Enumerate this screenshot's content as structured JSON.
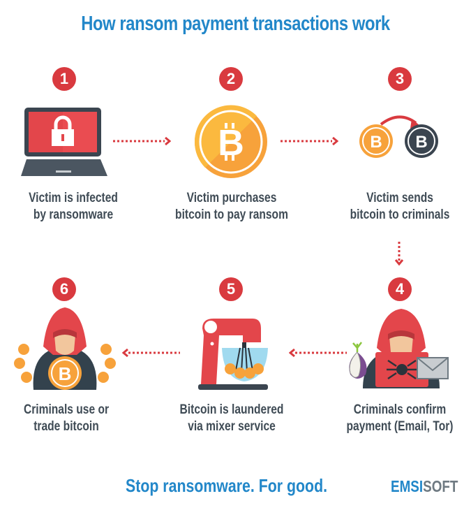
{
  "title": "How ransom payment transactions work",
  "steps": [
    {
      "number": "1",
      "label_line1": "Victim is infected",
      "label_line2": "by ransomware",
      "icon": "locked-laptop-icon"
    },
    {
      "number": "2",
      "label_line1": "Victim purchases",
      "label_line2": "bitcoin to pay ransom",
      "icon": "bitcoin-icon"
    },
    {
      "number": "3",
      "label_line1": "Victim sends",
      "label_line2": "bitcoin to criminals",
      "icon": "bitcoin-transfer-icon"
    },
    {
      "number": "4",
      "label_line1": "Criminals confirm",
      "label_line2": "payment (Email, Tor)",
      "icon": "hacker-tor-email-icon"
    },
    {
      "number": "5",
      "label_line1": "Bitcoin is laundered",
      "label_line2": "via mixer service",
      "icon": "mixer-icon"
    },
    {
      "number": "6",
      "label_line1": "Criminals use or",
      "label_line2": "trade bitcoin",
      "icon": "hacker-bitcoin-icon"
    }
  ],
  "footer": {
    "tagline": "Stop ransomware. For good.",
    "logo_part1": "EMSI",
    "logo_part2": "SOFT"
  },
  "colors": {
    "accent_blue": "#2287c9",
    "badge_red": "#d93a3f",
    "text_dark": "#3f4b55",
    "bitcoin_orange": "#f7a23b"
  }
}
